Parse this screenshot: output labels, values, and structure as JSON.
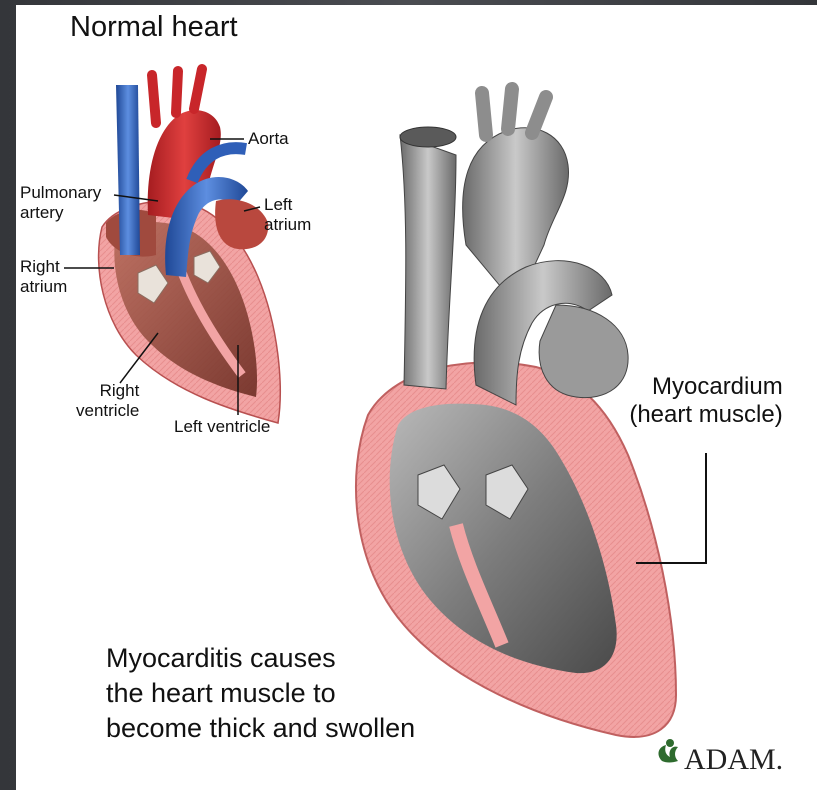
{
  "title": "Normal heart",
  "normal_heart_labels": {
    "aorta": "Aorta",
    "pulmonary_artery": [
      "Pulmonary",
      "artery"
    ],
    "left_atrium": [
      "Left",
      "atrium"
    ],
    "right_atrium": [
      "Right",
      "atrium"
    ],
    "right_ventricle": [
      "Right",
      "ventricle"
    ],
    "left_ventricle": "Left ventricle"
  },
  "myocardium_label": [
    "Myocardium",
    "(heart muscle)"
  ],
  "caption": [
    "Myocarditis causes",
    "the heart muscle to",
    "become thick and swollen"
  ],
  "logo": "ADAM.",
  "colors": {
    "artery_red": "#c8262a",
    "vein_blue": "#2f5fb8",
    "muscle_pink": "#f2a4a4",
    "tissue_brown": "#9a4a3c",
    "gray_tissue": "#8a8a8a"
  }
}
